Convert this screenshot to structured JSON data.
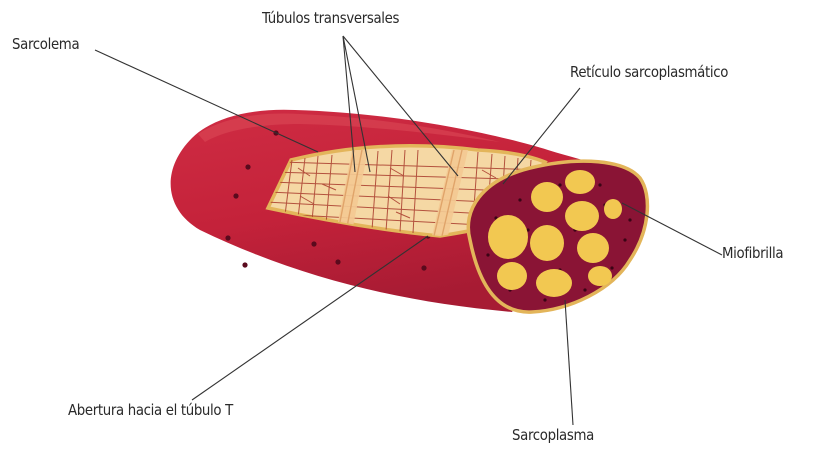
{
  "labels": {
    "tubulos": "Túbulos transversales",
    "sarcolema": "Sarcolema",
    "reticulo": "Retículo sarcoplasmático",
    "miofibrilla": "Miofibrilla",
    "abertura": "Abertura hacia el túbulo T",
    "sarcoplasma": "Sarcoplasma"
  },
  "colors": {
    "muscle_main": "#c8253d",
    "muscle_shadow": "#a61b33",
    "muscle_highlight": "#dc4a58",
    "sarcolemma_border": "#e3b55a",
    "reticulum_fill": "#f5d8a4",
    "reticulum_lines": "#a83a2c",
    "t_tubule": "#f3c993",
    "myofibril": "#f2c851",
    "sarcoplasm": "#8a1435",
    "leader_lines": "#333333"
  }
}
